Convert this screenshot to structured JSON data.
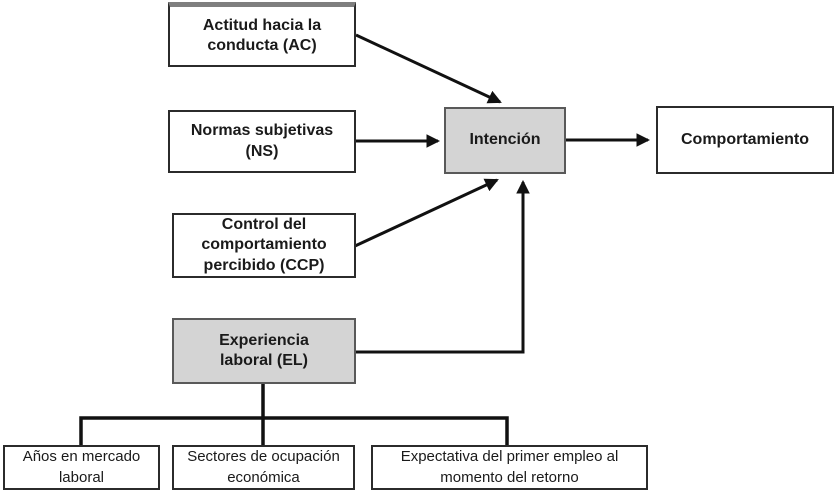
{
  "diagram": {
    "type": "flow-diagram",
    "nodes": {
      "ac": {
        "label": "Actitud hacia la\nconducta (AC)"
      },
      "ns": {
        "label": "Normas subjetivas\n(NS)"
      },
      "ccp": {
        "label": "Control del\ncomportamiento\npercibido (CCP)"
      },
      "el": {
        "label": "Experiencia\nlaboral (EL)"
      },
      "intencion": {
        "label": "Intención"
      },
      "comportamiento": {
        "label": "Comportamiento"
      },
      "anios": {
        "label": "Años en mercado\nlaboral"
      },
      "sectores": {
        "label": "Sectores de ocupación\neconómica"
      },
      "expectativa": {
        "label": "Expectativa del primer empleo al\nmomento del retorno"
      }
    },
    "edges": [
      {
        "from": "ac",
        "to": "intencion",
        "style": "arrow"
      },
      {
        "from": "ns",
        "to": "intencion",
        "style": "arrow"
      },
      {
        "from": "ccp",
        "to": "intencion",
        "style": "arrow"
      },
      {
        "from": "el",
        "to": "intencion",
        "style": "arrow"
      },
      {
        "from": "intencion",
        "to": "comportamiento",
        "style": "arrow"
      },
      {
        "from": "el",
        "to": "anios",
        "style": "line"
      },
      {
        "from": "el",
        "to": "sectores",
        "style": "line"
      },
      {
        "from": "el",
        "to": "expectativa",
        "style": "line"
      }
    ],
    "colors": {
      "node_fill_white": "#ffffff",
      "node_fill_gray": "#d4d4d4",
      "node_border_dark": "#2b2b2b",
      "node_border_gray": "#595959",
      "ac_top_border_gray": "#7f7f7f",
      "line_color": "#111111",
      "text_color": "#1a1a1a"
    }
  }
}
